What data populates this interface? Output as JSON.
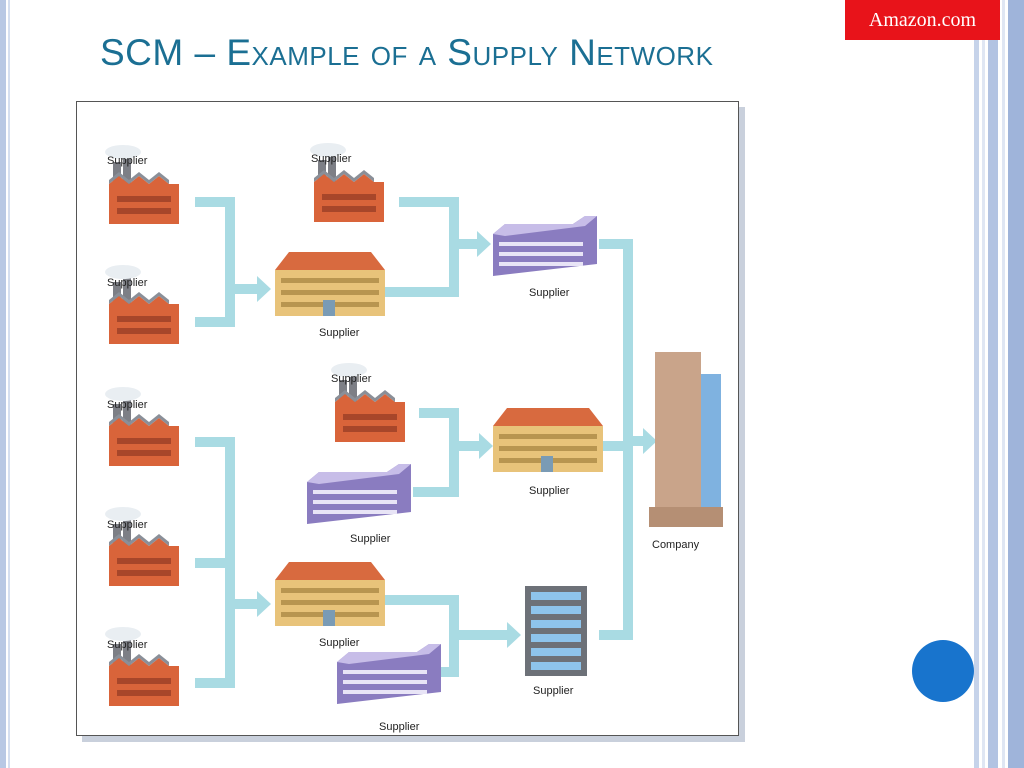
{
  "badge": {
    "text": "Amazon.com",
    "color": "#e8131a"
  },
  "slide": {
    "title_prefix": "SCM – ",
    "title_rest": "Example of a Supply Network",
    "title_color": "#1b6f93"
  },
  "diagram": {
    "nodes": {
      "tier3_supplier_1": "Supplier",
      "tier3_supplier_2": "Supplier",
      "tier3_supplier_3": "Supplier",
      "tier3_supplier_4": "Supplier",
      "tier3_supplier_5": "Supplier",
      "tier2_supplier_top_factory": "Supplier",
      "tier2_supplier_top_warehouse": "Supplier",
      "tier2_supplier_mid_factory": "Supplier",
      "tier2_supplier_mid_office": "Supplier",
      "tier2_supplier_bottom_warehouse": "Supplier",
      "tier2_supplier_bottom_office": "Supplier",
      "tier1_supplier_top": "Supplier",
      "tier1_supplier_mid": "Supplier",
      "tier1_supplier_bottom": "Supplier",
      "company": "Company"
    },
    "colors": {
      "factory": "#d9643a",
      "roof": "#8a8f98",
      "warehouse": "#e8c37a",
      "warehouse_roof": "#d86a3f",
      "office": "#8a7cc0",
      "tower": "#c9a48a",
      "glass": "#7fb2e0",
      "arrow": "#a9dbe3"
    }
  },
  "decor": {
    "circle_color": "#1874cd",
    "accent": "#b8c8e4"
  }
}
